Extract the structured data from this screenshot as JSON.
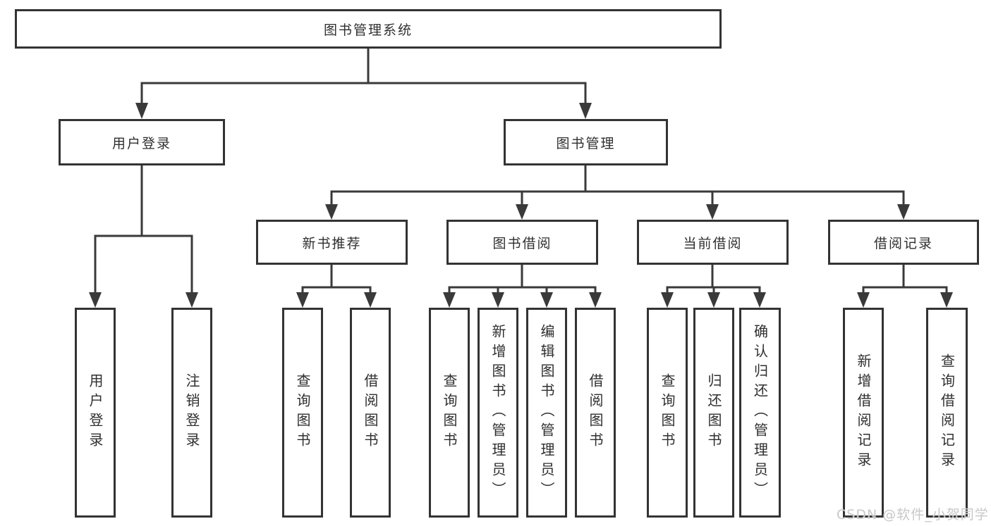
{
  "diagram": {
    "type": "hierarchy-chart",
    "tree": {
      "root": {
        "label": "图书管理系统"
      },
      "branches": [
        {
          "label": "用户登录",
          "children": [
            {
              "label": "用户登录"
            },
            {
              "label": "注销登录"
            }
          ]
        },
        {
          "label": "图书管理",
          "children": [
            {
              "label": "新书推荐",
              "children": [
                {
                  "label": "查询图书"
                },
                {
                  "label": "借阅图书"
                }
              ]
            },
            {
              "label": "图书借阅",
              "children": [
                {
                  "label": "查询图书"
                },
                {
                  "label": "新增图书（管理员）"
                },
                {
                  "label": "编辑图书（管理员）"
                },
                {
                  "label": "借阅图书"
                }
              ]
            },
            {
              "label": "当前借阅",
              "children": [
                {
                  "label": "查询图书"
                },
                {
                  "label": "归还图书"
                },
                {
                  "label": "确认归还（管理员）"
                }
              ]
            },
            {
              "label": "借阅记录",
              "children": [
                {
                  "label": "新增借阅记录"
                },
                {
                  "label": "查询借阅记录"
                }
              ]
            }
          ]
        }
      ]
    },
    "colors": {
      "line": "#3a3a3a",
      "box_border": "#333333",
      "text": "#2f2f2f",
      "background": "#ffffff",
      "watermark": "#c8c8c8"
    }
  },
  "watermark": {
    "text": "CSDN @软件_小贺同学"
  }
}
